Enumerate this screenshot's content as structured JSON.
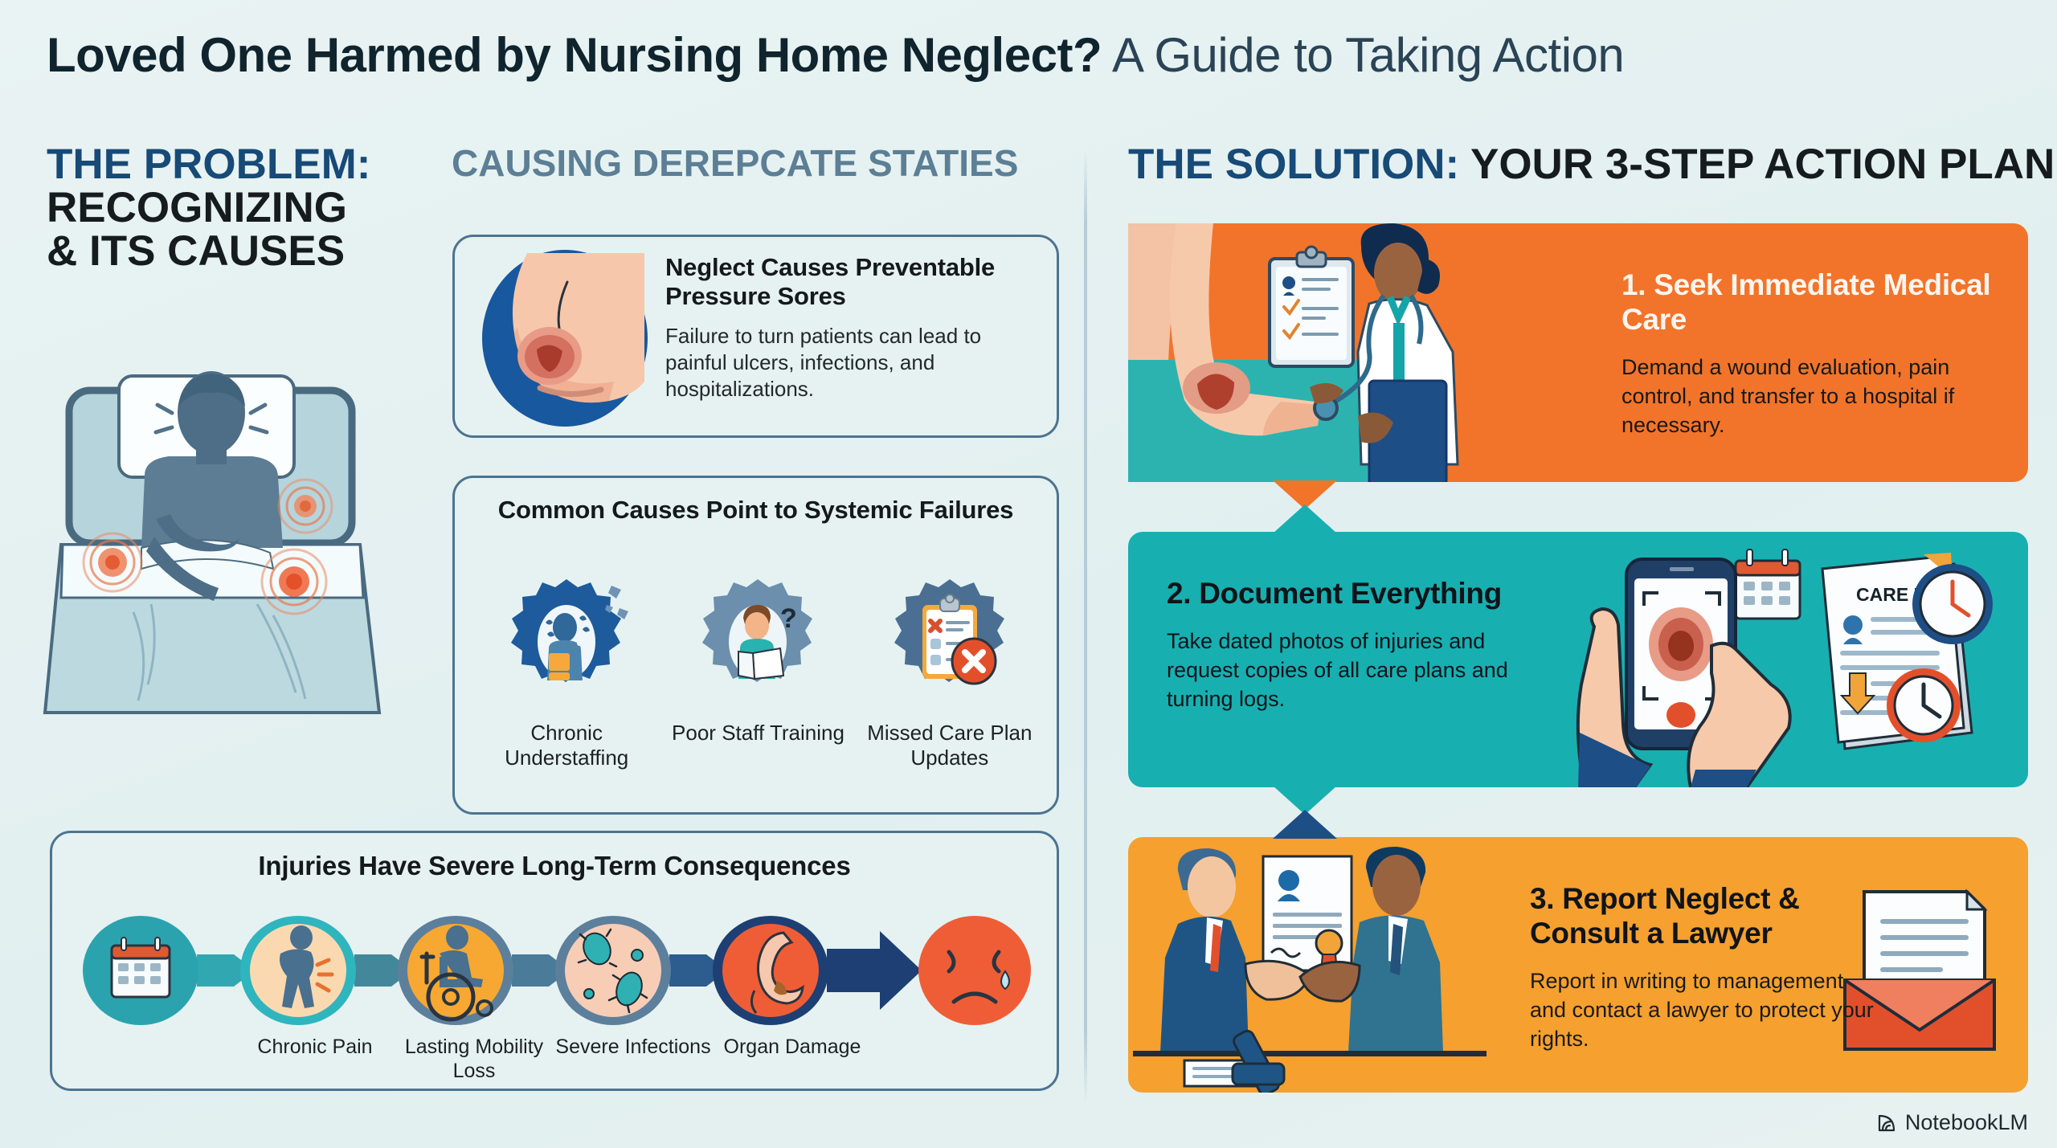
{
  "title": {
    "bold": "Loved One Harmed by Nursing Home Neglect?",
    "light": " A Guide to Taking Action"
  },
  "headers": {
    "problem_blue": "THE PROBLEM:",
    "problem_dark_line1": "RECOGNIZING",
    "problem_dark_line2": "& ITS CAUSES",
    "middle": "CAUSING DEREPCATE STATIES",
    "solution_blue": "THE SOLUTION: ",
    "solution_dark": "YOUR 3-STEP ACTION PLAN"
  },
  "cards": {
    "sores": {
      "heading": "Neglect Causes Preventable Pressure Sores",
      "body": "Failure to turn patients can lead to painful ulcers, infections, and hospitalizations.",
      "image_name": "pressure-sore-heel-illustration"
    },
    "causes": {
      "heading": "Common Causes Point to Systemic Failures",
      "items": [
        {
          "label": "Chronic Understaffing",
          "icon": "gear-overworked-nurse-icon"
        },
        {
          "label": "Poor Staff Training",
          "icon": "gear-confused-trainee-icon"
        },
        {
          "label": "Missed Care Plan Updates",
          "icon": "gear-clipboard-x-icon"
        }
      ]
    },
    "consequences": {
      "heading": "Injuries Have Severe Long-Term Consequences",
      "nodes": [
        {
          "icon": "calendar-icon",
          "label": "",
          "circle_color": "#2ba3ae",
          "inner_color": "#2ba3ae"
        },
        {
          "icon": "back-pain-icon",
          "label": "Chronic Pain",
          "circle_color": "#2fb5bd",
          "inner_color": "#fbd9b0"
        },
        {
          "icon": "wheelchair-icon",
          "label": "Lasting Mobility Loss",
          "circle_color": "#5c7f9c",
          "inner_color": "#f6a832"
        },
        {
          "icon": "bacteria-icon",
          "label": "Severe Infections",
          "circle_color": "#5c7f9c",
          "inner_color": "#f7cdb6"
        },
        {
          "icon": "stomach-organ-icon",
          "label": "Organ Damage",
          "circle_color": "#1d3f73",
          "inner_color": "#ef5d36"
        },
        {
          "icon": "sad-face-icon",
          "label": "",
          "circle_color": "#ef5d36",
          "inner_color": "#ef5d36"
        }
      ]
    }
  },
  "bed_illustration": {
    "name": "patient-in-hospital-bed-with-pain-points",
    "pain_points": 3
  },
  "steps": [
    {
      "heading": "1. Seek Immediate Medical Care",
      "body": "Demand a wound evaluation, pain control, and transfer to a hospital if necessary.",
      "color": "#f2742a",
      "art": "doctor-examining-foot-wound-illustration"
    },
    {
      "heading": "2. Document Everything",
      "body": "Take dated photos of injuries and request copies of all care plans and turning logs.",
      "color": "#18afb1",
      "art": "hands-photographing-injury-with-phone-illustration",
      "art_label": "CARE PLAN"
    },
    {
      "heading": "3. Report Neglect & Consult a Lawyer",
      "body": "Report in writing to management and contact a lawyer to protect your rights.",
      "color": "#f5a02f",
      "art": "handshake-lawyer-gavel-illustration",
      "art2": "letter-envelope-icon"
    }
  ],
  "watermark": {
    "text": "NotebookLM",
    "icon": "notebooklm-logo-icon"
  },
  "palette": {
    "background": "#e4f0f0",
    "card_border": "#4c7490",
    "accent_blue": "#174a77",
    "accent_orange": "#f2742a",
    "accent_teal": "#18afb1",
    "accent_amber": "#f5a02f",
    "text_dark": "#15191d"
  }
}
